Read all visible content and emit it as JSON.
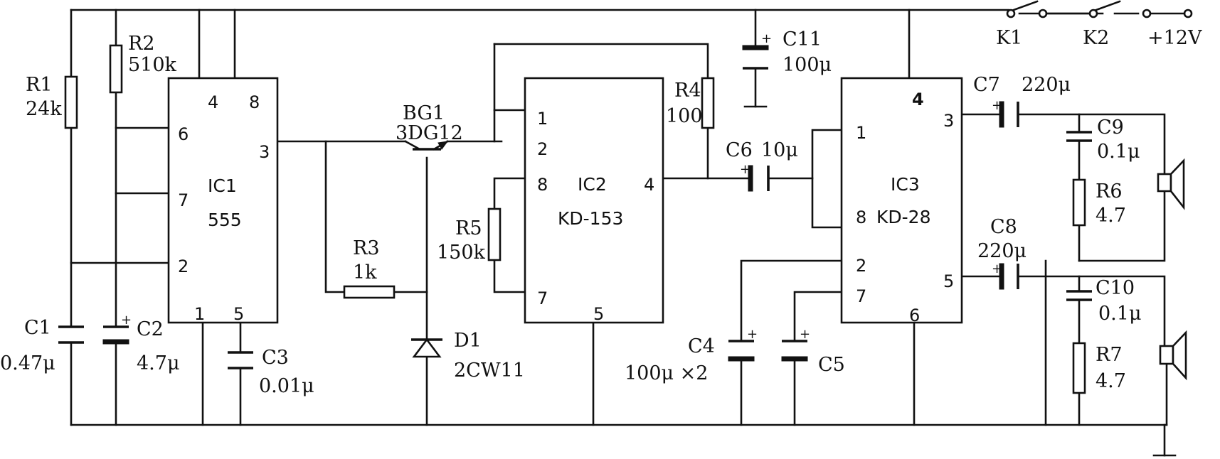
{
  "switches": {
    "k1": "K1",
    "k2": "K2",
    "supply": "+12V"
  },
  "ic1": {
    "name": "IC1",
    "part": "555",
    "pins": {
      "p4": "4",
      "p8": "8",
      "p6": "6",
      "p3": "3",
      "p7": "7",
      "p2": "2",
      "p1": "1",
      "p5": "5"
    }
  },
  "ic2": {
    "name": "IC2",
    "part": "KD-153",
    "pins": {
      "p1": "1",
      "p2": "2",
      "p8": "8",
      "p4": "4",
      "p7": "7",
      "p5": "5"
    }
  },
  "ic3": {
    "name": "IC3",
    "part": "KD-28",
    "pins": {
      "p4": "4",
      "p1": "1",
      "p3": "3",
      "p8": "8",
      "p2": "2",
      "p7": "7",
      "p5": "5",
      "p6": "6"
    }
  },
  "resistors": {
    "r1": {
      "ref": "R1",
      "value": "24k"
    },
    "r2": {
      "ref": "R2",
      "value": "510k"
    },
    "r3": {
      "ref": "R3",
      "value": "1k"
    },
    "r4": {
      "ref": "R4",
      "value": "100"
    },
    "r5": {
      "ref": "R5",
      "value": "150k"
    },
    "r6": {
      "ref": "R6",
      "value": "4.7"
    },
    "r7": {
      "ref": "R7",
      "value": "4.7"
    }
  },
  "capacitors": {
    "c1": {
      "ref": "C1",
      "value": "0.47μ"
    },
    "c2": {
      "ref": "C2",
      "value": "4.7μ"
    },
    "c3": {
      "ref": "C3",
      "value": "0.01μ"
    },
    "c4": {
      "ref": "C4",
      "value": "100μ ×2"
    },
    "c5": {
      "ref": "C5"
    },
    "c6": {
      "ref": "C6",
      "value": "10μ"
    },
    "c7": {
      "ref": "C7",
      "value": "220μ"
    },
    "c8": {
      "ref": "C8",
      "value": "220μ"
    },
    "c9": {
      "ref": "C9",
      "value": "0.1μ"
    },
    "c10": {
      "ref": "C10",
      "value": "0.1μ"
    },
    "c11": {
      "ref": "C11",
      "value": "100μ"
    }
  },
  "transistor": {
    "ref": "BG1",
    "part": "3DG12"
  },
  "diode": {
    "ref": "D1",
    "part": "2CW11"
  }
}
